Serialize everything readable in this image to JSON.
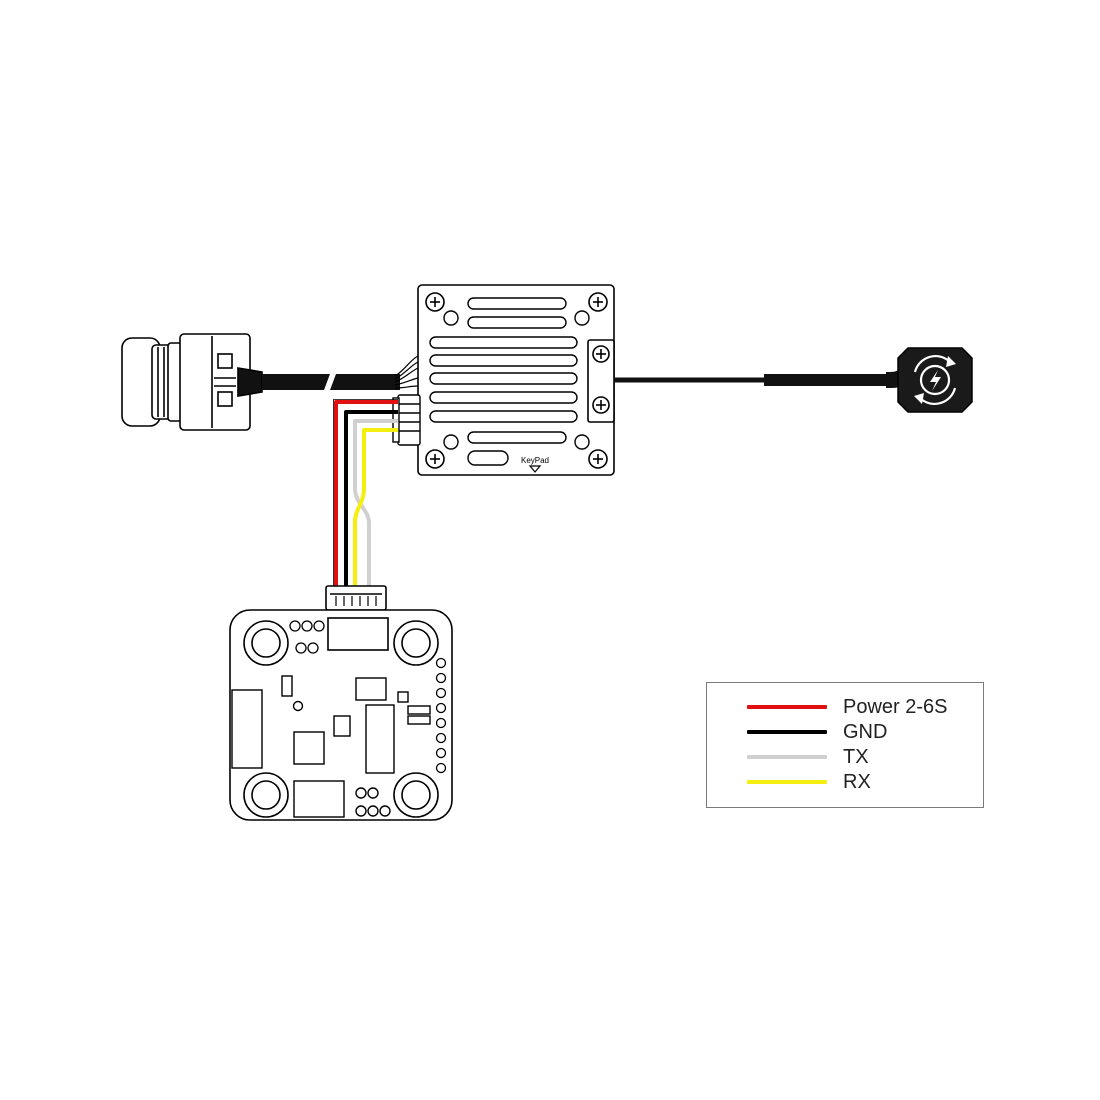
{
  "vtx": {
    "keypad_label": "KeyPad"
  },
  "wires": {
    "power": {
      "color": "#e01010"
    },
    "gnd": {
      "color": "#000000"
    },
    "tx": {
      "color": "#d0d0d0"
    },
    "rx": {
      "color": "#f5ef10"
    }
  },
  "legend": {
    "items": [
      {
        "label": "Power 2-6S",
        "color": "#e01010"
      },
      {
        "label": "GND",
        "color": "#000000"
      },
      {
        "label": "TX",
        "color": "#d0d0d0"
      },
      {
        "label": "RX",
        "color": "#f5ef10"
      }
    ]
  },
  "icons": {
    "antenna": "antenna-logo-icon",
    "camera": "fpv-camera-icon",
    "vtx": "video-transmitter-icon",
    "fc": "flight-controller-icon"
  }
}
